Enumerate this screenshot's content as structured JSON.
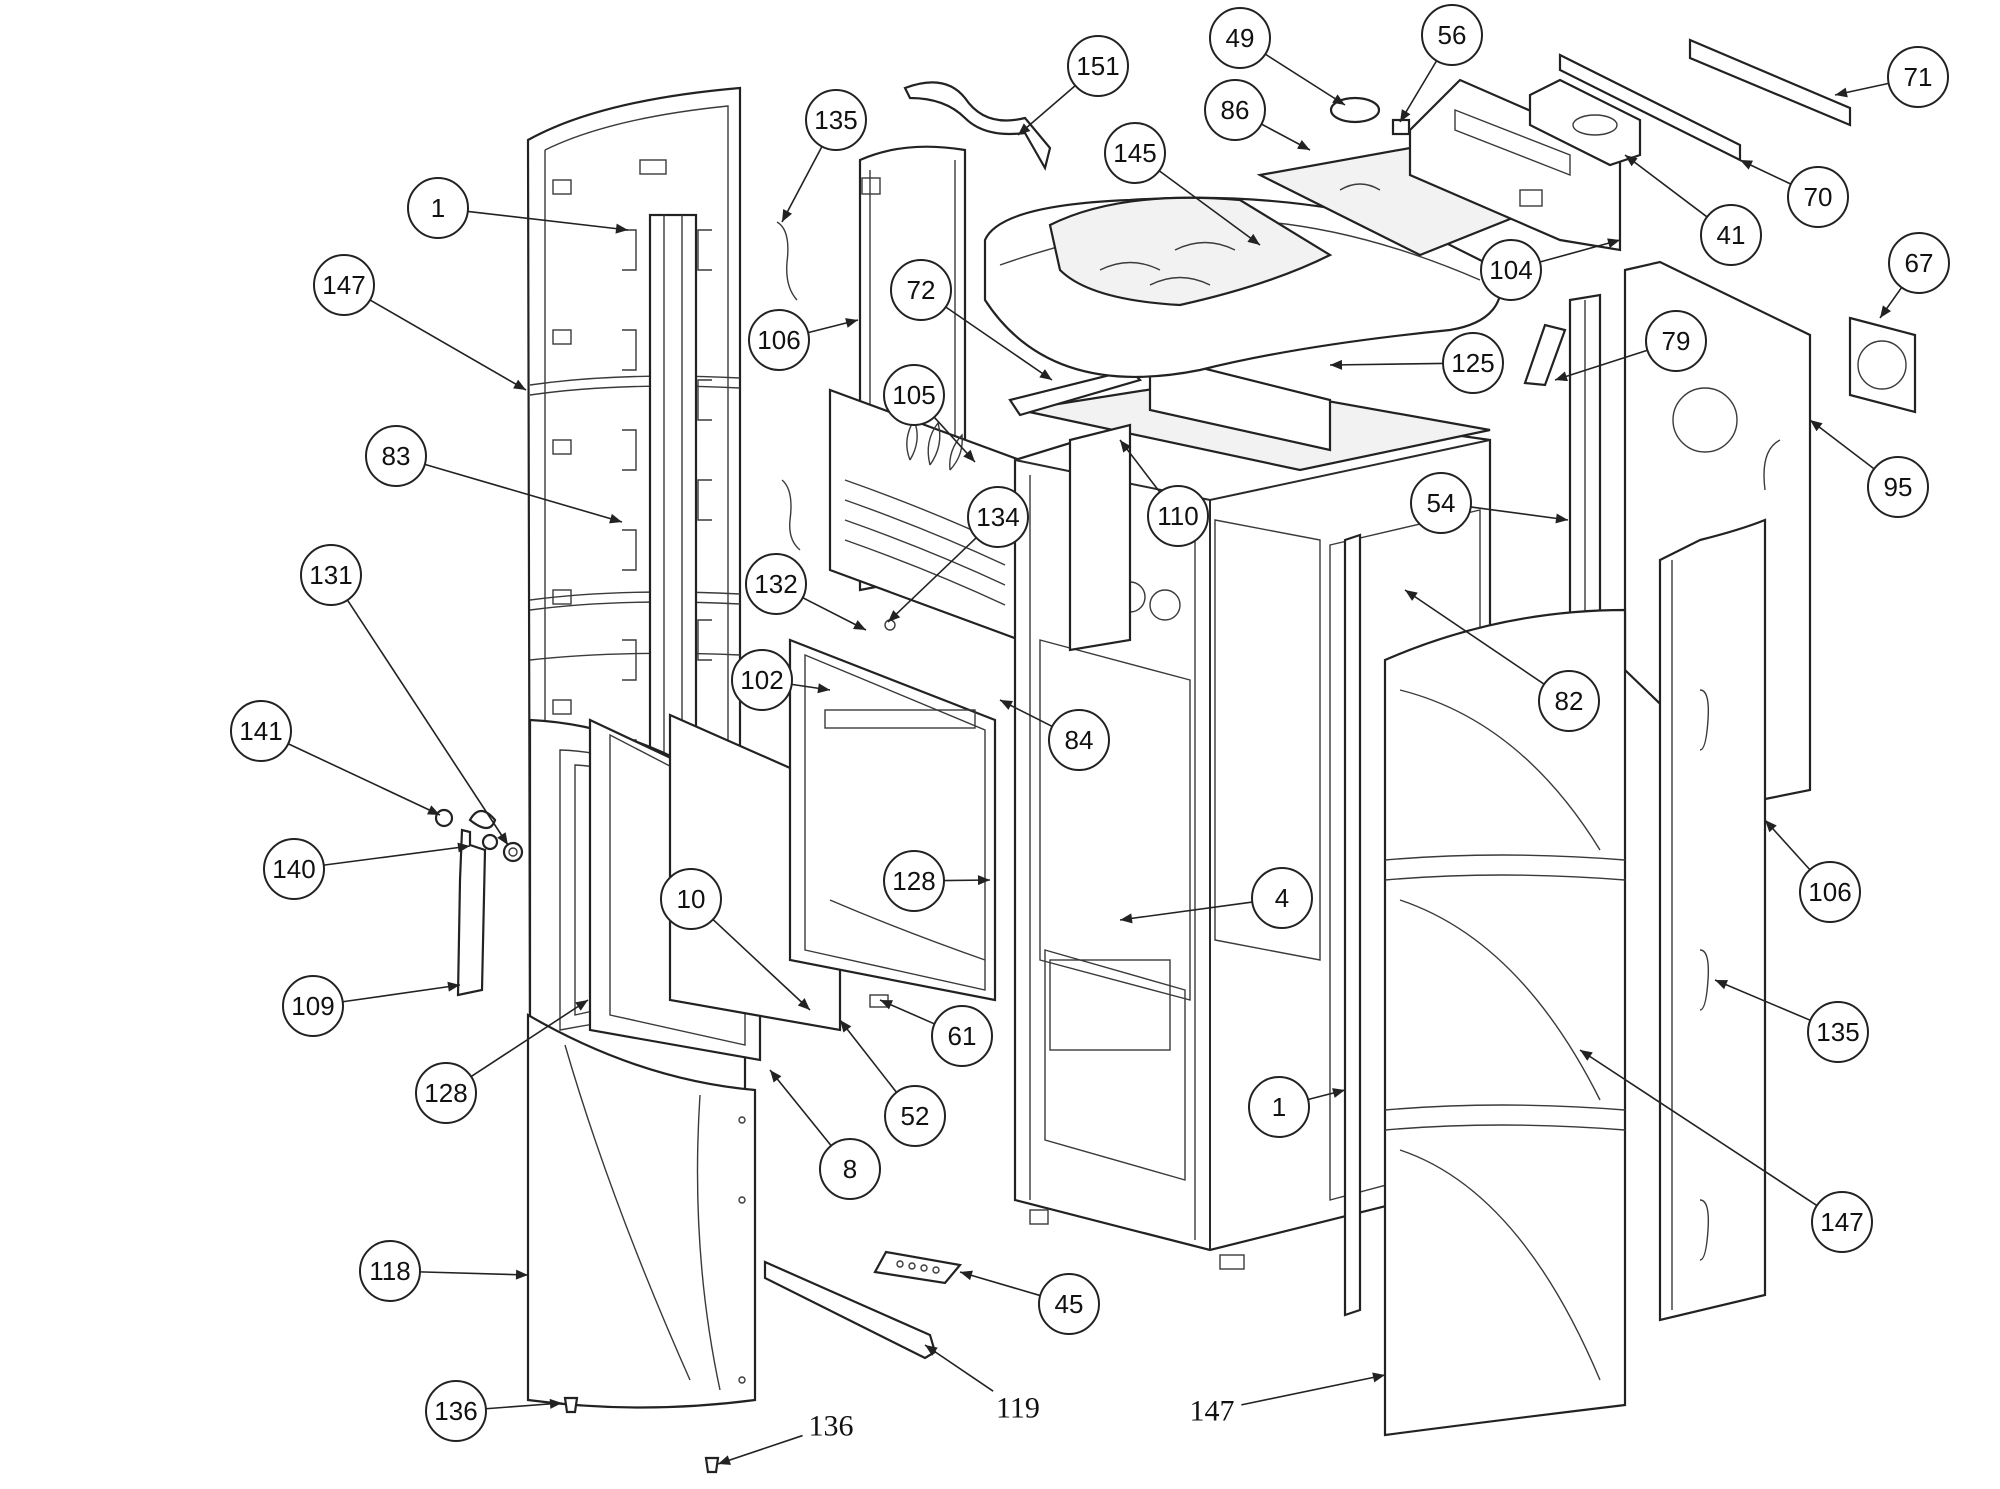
{
  "callouts": [
    {
      "id": "c1a",
      "label": "1"
    },
    {
      "id": "c147a",
      "label": "147"
    },
    {
      "id": "c83",
      "label": "83"
    },
    {
      "id": "c131",
      "label": "131"
    },
    {
      "id": "c141",
      "label": "141"
    },
    {
      "id": "c140",
      "label": "140"
    },
    {
      "id": "c109",
      "label": "109"
    },
    {
      "id": "c128a",
      "label": "128"
    },
    {
      "id": "c118",
      "label": "118"
    },
    {
      "id": "c136a",
      "label": "136"
    },
    {
      "id": "c136b",
      "label": "136"
    },
    {
      "id": "c135a",
      "label": "135"
    },
    {
      "id": "c151",
      "label": "151"
    },
    {
      "id": "c106a",
      "label": "106"
    },
    {
      "id": "c72",
      "label": "72"
    },
    {
      "id": "c105",
      "label": "105"
    },
    {
      "id": "c134",
      "label": "134"
    },
    {
      "id": "c132",
      "label": "132"
    },
    {
      "id": "c102",
      "label": "102"
    },
    {
      "id": "c10",
      "label": "10"
    },
    {
      "id": "c128b",
      "label": "128"
    },
    {
      "id": "c61",
      "label": "61"
    },
    {
      "id": "c52",
      "label": "52"
    },
    {
      "id": "c8",
      "label": "8"
    },
    {
      "id": "c119",
      "label": "119"
    },
    {
      "id": "c45",
      "label": "45"
    },
    {
      "id": "c84",
      "label": "84"
    },
    {
      "id": "c4",
      "label": "4"
    },
    {
      "id": "c110",
      "label": "110"
    },
    {
      "id": "c145",
      "label": "145"
    },
    {
      "id": "c86",
      "label": "86"
    },
    {
      "id": "c49",
      "label": "49"
    },
    {
      "id": "c56",
      "label": "56"
    },
    {
      "id": "c125",
      "label": "125"
    },
    {
      "id": "c104",
      "label": "104"
    },
    {
      "id": "c41",
      "label": "41"
    },
    {
      "id": "c70",
      "label": "70"
    },
    {
      "id": "c71",
      "label": "71"
    },
    {
      "id": "c67",
      "label": "67"
    },
    {
      "id": "c79",
      "label": "79"
    },
    {
      "id": "c95",
      "label": "95"
    },
    {
      "id": "c54",
      "label": "54"
    },
    {
      "id": "c82",
      "label": "82"
    },
    {
      "id": "c1b",
      "label": "1"
    },
    {
      "id": "c106b",
      "label": "106"
    },
    {
      "id": "c135b",
      "label": "135"
    },
    {
      "id": "c147b",
      "label": "147"
    },
    {
      "id": "c147c",
      "label": "147"
    }
  ]
}
